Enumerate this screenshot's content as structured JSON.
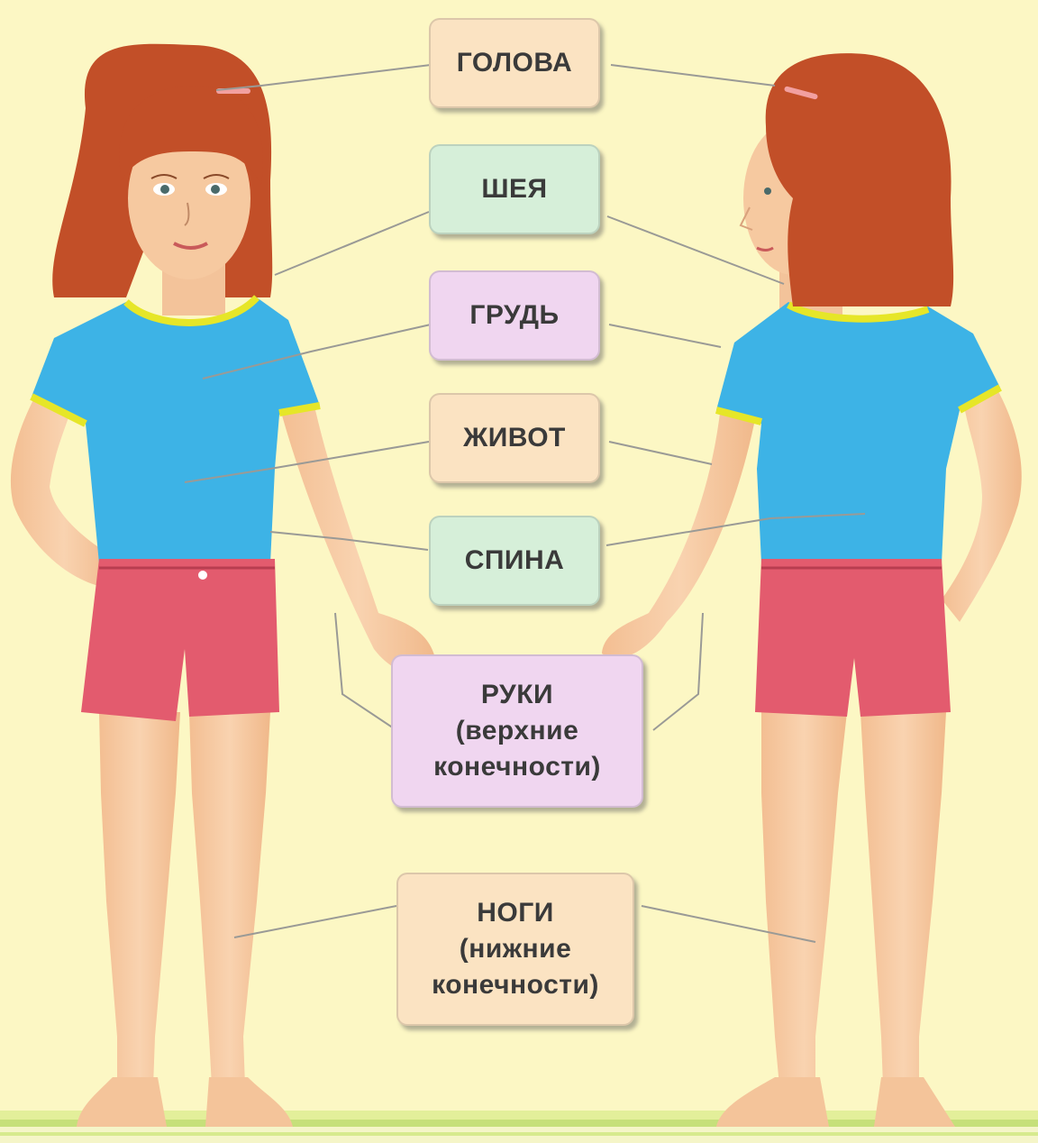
{
  "labels": {
    "head": "ГОЛОВА",
    "neck": "ШЕЯ",
    "chest": "ГРУДЬ",
    "belly": "ЖИВОТ",
    "back": "СПИНА",
    "arms": [
      "РУКИ",
      "(верхние",
      "конечности)"
    ],
    "legs": [
      "НОГИ",
      "(нижние",
      "конечности)"
    ]
  },
  "colors": {
    "background": "#fcf7c4",
    "label_orange": "#fbe3c2",
    "label_green": "#d6efd9",
    "label_violet": "#f0d6f0",
    "hair": "#c8502a",
    "shirt": "#3db3e6",
    "shirt_trim": "#e6e628",
    "shorts": "#e35b6e",
    "skin": "#f6c9a0",
    "floor_stripe": "#c6e07a"
  },
  "icons": [
    "girl-front-figure",
    "girl-back-figure"
  ]
}
